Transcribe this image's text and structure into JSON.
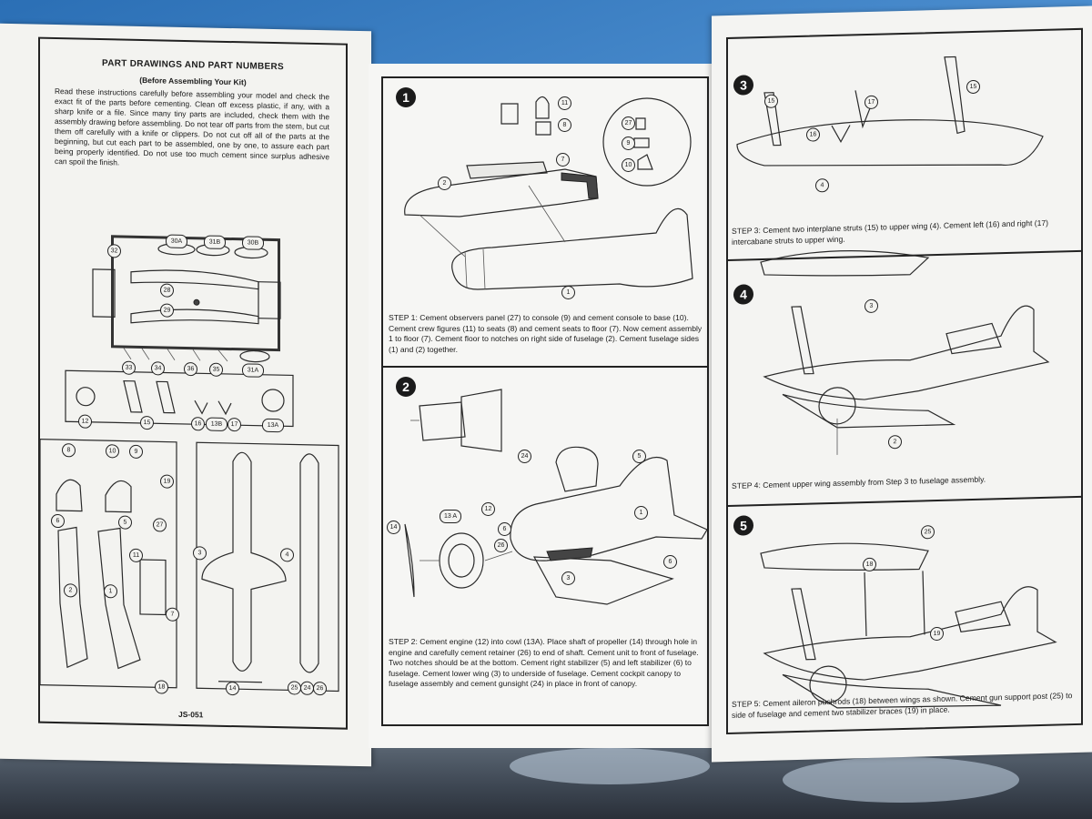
{
  "left_page": {
    "title": "PART DRAWINGS AND PART NUMBERS",
    "subtitle": "(Before Assembling Your Kit)",
    "intro": "Read these instructions carefully before assembling your model and check the exact fit of the parts before cementing. Clean off excess plastic, if any, with a sharp knife or a file. Since many tiny parts are included, check them with the assembly drawing before assembling. Do not tear off parts from the stem, but cut them off carefully with a knife or clippers. Do not cut off all of the parts at the beginning, but cut each part to be assembled, one by one, to assure each part being properly identified. Do not use too much cement since surplus adhesive can spoil the finish.",
    "kit_code": "JS-051",
    "part_numbers": [
      "32",
      "30A",
      "31B",
      "30B",
      "28",
      "29",
      "33",
      "34",
      "36",
      "35",
      "31A",
      "12",
      "15",
      "16",
      "13B",
      "17",
      "13A",
      "8",
      "10",
      "9",
      "19",
      "6",
      "5",
      "27",
      "11",
      "2",
      "1",
      "7",
      "3",
      "4",
      "18",
      "14",
      "25",
      "24",
      "26"
    ]
  },
  "steps": [
    {
      "num": "1",
      "text": "STEP 1: Cement observers panel (27) to console (9) and cement console to base (10). Cement crew figures (11) to seats (8) and cement seats to floor (7). Now cement assembly 1 to floor (7). Cement floor to notches on right side of fuselage (2). Cement fuselage sides (1) and (2) together.",
      "callouts": [
        "11",
        "8",
        "7",
        "2",
        "1",
        "27",
        "9",
        "10"
      ]
    },
    {
      "num": "2",
      "text": "STEP 2: Cement engine (12) into cowl (13A). Place shaft of propeller (14) through hole in engine and carefully cement retainer (26) to end of shaft. Cement unit to front of fuselage. Two notches should be at the bottom. Cement right stabilizer (5) and left stabilizer (6) to fuselage. Cement lower wing (3) to underside of fuselage. Cement cockpit canopy to fuselage assembly and cement gunsight (24) in place in front of canopy.",
      "callouts": [
        "24",
        "5",
        "12",
        "13 A",
        "6",
        "26",
        "14",
        "1",
        "6",
        "3"
      ]
    },
    {
      "num": "3",
      "text": "STEP 3: Cement two interplane struts (15) to upper wing (4). Cement left (16) and right (17) intercabane struts to upper wing.",
      "callouts": [
        "15",
        "16",
        "17",
        "15",
        "4"
      ]
    },
    {
      "num": "4",
      "text": "STEP 4: Cement upper wing assembly from Step 3 to fuselage assembly.",
      "callouts": [
        "3",
        "2"
      ]
    },
    {
      "num": "5",
      "text": "STEP 5: Cement aileron pushrods (18) between wings as shown. Cement gun support post (25) to side of fuselage and cement two stabilizer braces (19) in place.",
      "callouts": [
        "25",
        "18",
        "19"
      ]
    }
  ]
}
